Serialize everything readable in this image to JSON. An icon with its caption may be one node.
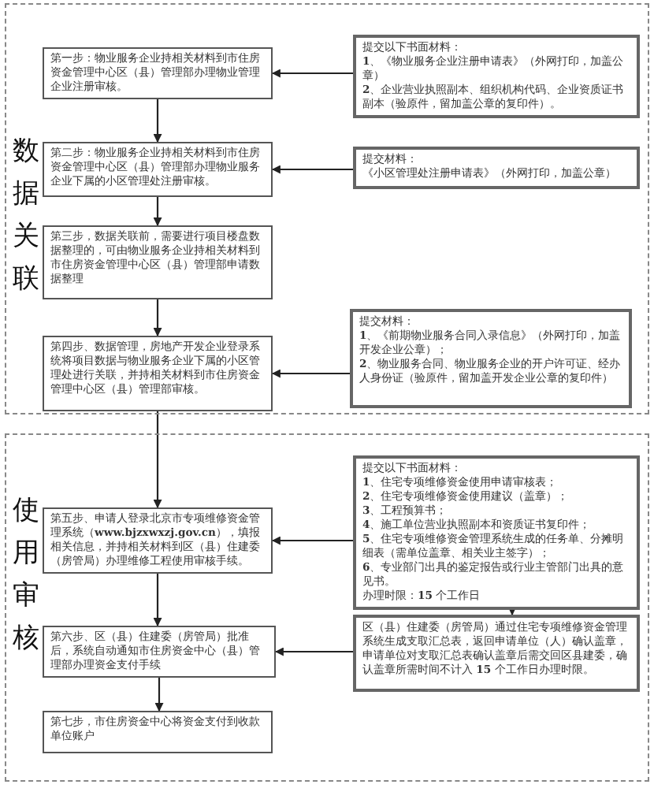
{
  "diagram": {
    "nodes": [
      {
        "text": [
          "数据关联"
        ]
      },
      {
        "text": [
          "第一步：物业服务企业持相关材料到市住房资金管理中心区（县）管理部办理物业管理企业注册审核。"
        ],
        "in": 0
      },
      {
        "text": [
          "提交以下书面材料：",
          "**1**、《物业服务企业注册申请表》（外网打印，加盖公章）",
          "**2**、企业营业执照副本、组织机构代码、企业资质证书副本（验原件，留加盖公章的复印件）。"
        ],
        "in": 0
      },
      {
        "text": [
          "第二步：物业服务企业持相关材料到市住房资金管理中心区（县）管理部办理物业服务企业下属的小区管理处注册审核。"
        ],
        "in": 0
      },
      {
        "text": [
          "提交材料：",
          "《小区管理处注册申请表》（外网打印，加盖公章）"
        ],
        "in": 0
      },
      {
        "text": [
          "第三步，数据关联前，需要进行项目楼盘数据整理的，可由物业服务企业持相关材料到市住房资金管理中心区（县）管理部申请数据整理"
        ],
        "in": 0
      },
      {
        "text": [
          "第四步、数据管理，房地产开发企业登录系统将项目数据与物业服务企业下属的小区管理处进行关联，并持相关材料到市住房资金管理中心区（县）管理部审核。"
        ],
        "in": 0
      },
      {
        "text": [
          "提交材料：",
          "**1**、《前期物业服务合同入录信息》（外网打印，加盖开发企业公章）；",
          "**2**、物业服务合同、物业服务企业的开户许可证、经办人身份证（验原件，留加盖开发企业公章的复印件）"
        ],
        "in": 0
      },
      {
        "text": [
          "使用审核"
        ]
      },
      {
        "text": [
          "第五步、申请人登录北京市专项维修资金管理系统（**www.bjzxwxzj.gov.cn**），填报相关信息，并持相关材料到区（县）住建委（房管局）办理维修工程使用审核手续。"
        ],
        "in": 8
      },
      {
        "text": [
          "提交以下书面材料：",
          "**1**、住宅专项维修资金使用申请审核表；",
          "**2**、住宅专项维修资金使用建议（盖章）；",
          "**3**、工程预算书；",
          "**4**、施工单位营业执照副本和资质证书复印件；",
          "**5**、住宅专项维修资金管理系统生成的任务单、分摊明细表（需单位盖章、相关业主签字）；",
          "**6**、专业部门出具的鉴定报告或行业主管部门出具的意见书。",
          "办理时限：**15** 个工作日"
        ],
        "in": 8
      },
      {
        "text": [
          "第六步、区（县）住建委（房管局）批准后，系统自动通知市住房资金中心（县）管理部办理资金支付手续"
        ],
        "in": 8
      },
      {
        "text": [
          "区（县）住建委（房管局）通过住宅专项维修资金管理系统生成支取汇总表，返回申请单位（人）确认盖章，申请单位对支取汇总表确认盖章后需交回区县建委，确认盖章所需时间不计入 **15** 个工作日办理时限。"
        ],
        "in": 8
      },
      {
        "text": [
          "第七步，市住房资金中心将资金支付到收款单位账户"
        ],
        "in": 8
      }
    ],
    "edges": [
      {
        "from": 2,
        "to": 1,
        "arrow": "to"
      },
      {
        "from": 1,
        "to": 3,
        "arrow": "to"
      },
      {
        "from": 4,
        "to": 3,
        "arrow": "to"
      },
      {
        "from": 3,
        "to": 5,
        "arrow": "to"
      },
      {
        "from": 5,
        "to": 6,
        "arrow": "to"
      },
      {
        "from": 7,
        "to": 6,
        "arrow": "to"
      },
      {
        "from": 6,
        "to": 9,
        "arrow": "to"
      },
      {
        "from": 10,
        "to": 9,
        "arrow": "to"
      },
      {
        "from": 10,
        "to": 12,
        "arrow": "to"
      },
      {
        "from": 9,
        "to": 11,
        "arrow": "to"
      },
      {
        "from": 12,
        "to": 11,
        "arrow": "to"
      },
      {
        "from": 11,
        "to": 13,
        "arrow": "to"
      }
    ]
  }
}
